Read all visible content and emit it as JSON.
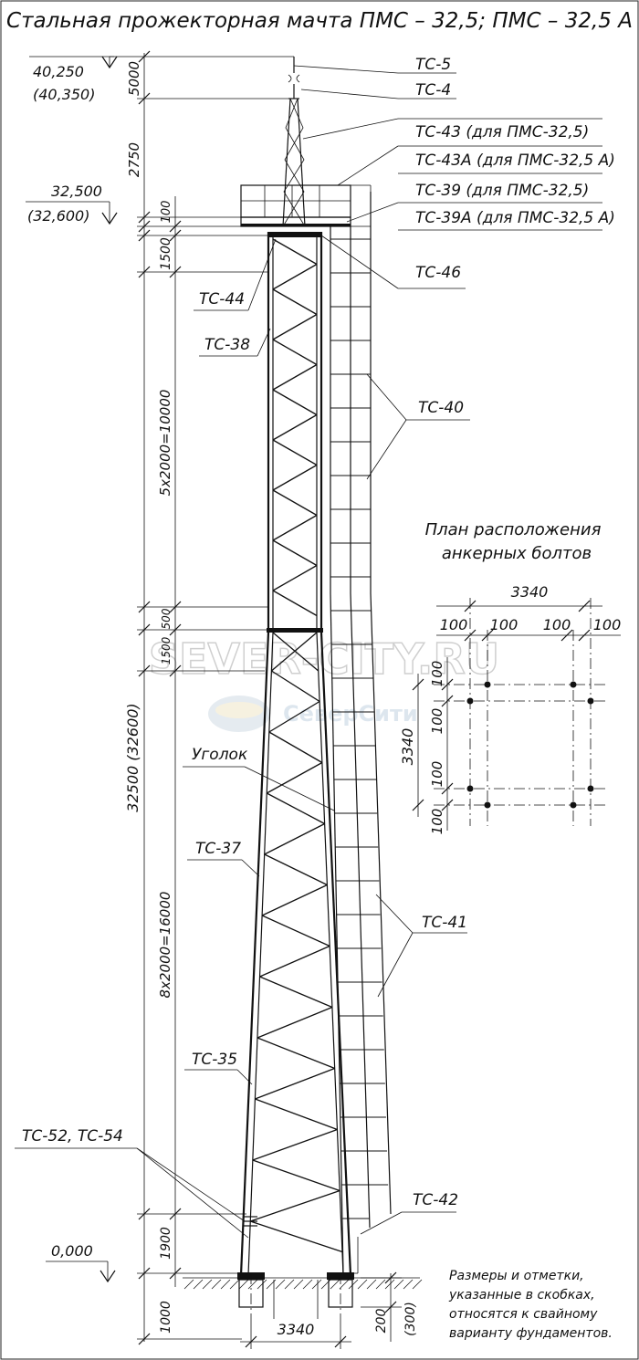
{
  "title": "Стальная прожекторная мачта ПМС – 32,5; ПМС – 32,5 А",
  "elevations": {
    "top_1": "40,250",
    "top_2": "(40,350)",
    "platform_1": "32,500",
    "platform_2": "(32,600)",
    "ground": "0,000"
  },
  "vertical_dims": {
    "d5000": "5000",
    "d2750": "2750",
    "d100": "100",
    "d1500_top": "1500",
    "d_upper_sections": "5х2000=10000",
    "d500": "500",
    "d1500_mid": "1500",
    "d_total": "32500  (32600)",
    "d_lower_sections": "8х2000=16000",
    "d1900": "1900",
    "d1000": "1000",
    "d200": "200",
    "d300": "(300)"
  },
  "base_width": "3340",
  "part_labels": {
    "tc5": "ТС-5",
    "tc4": "ТС-4",
    "tc43": "ТС-43 (для ПМС-32,5)",
    "tc43a": "ТС-43А (для ПМС-32,5 А)",
    "tc39": "ТС-39 (для ПМС-32,5)",
    "tc39a": "ТС-39А (для ПМС-32,5 А)",
    "tc46": "ТС-46",
    "tc44": "ТС-44",
    "tc38": "ТС-38",
    "tc40": "ТС-40",
    "ugolok": "Уголок",
    "tc37": "ТС-37",
    "tc41": "ТС-41",
    "tc35": "ТС-35",
    "tc52_54": "ТС-52, ТС-54",
    "tc42": "ТС-42"
  },
  "plan": {
    "title_1": "План расположения",
    "title_2": "анкерных болтов",
    "width": "3340",
    "d100_a": "100",
    "d100_b": "100",
    "d100_c": "100",
    "d100_d": "100",
    "height": "3340",
    "v100_a": "100",
    "v100_b": "100",
    "v100_c": "100",
    "v100_d": "100"
  },
  "note": {
    "line1": "Размеры и отметки,",
    "line2": "указанные в скобках,",
    "line3": "относятся к свайному",
    "line4": "варианту фундаментов."
  },
  "watermark": {
    "main": "SEVER-CITY.RU",
    "sub": "СеверСити"
  }
}
